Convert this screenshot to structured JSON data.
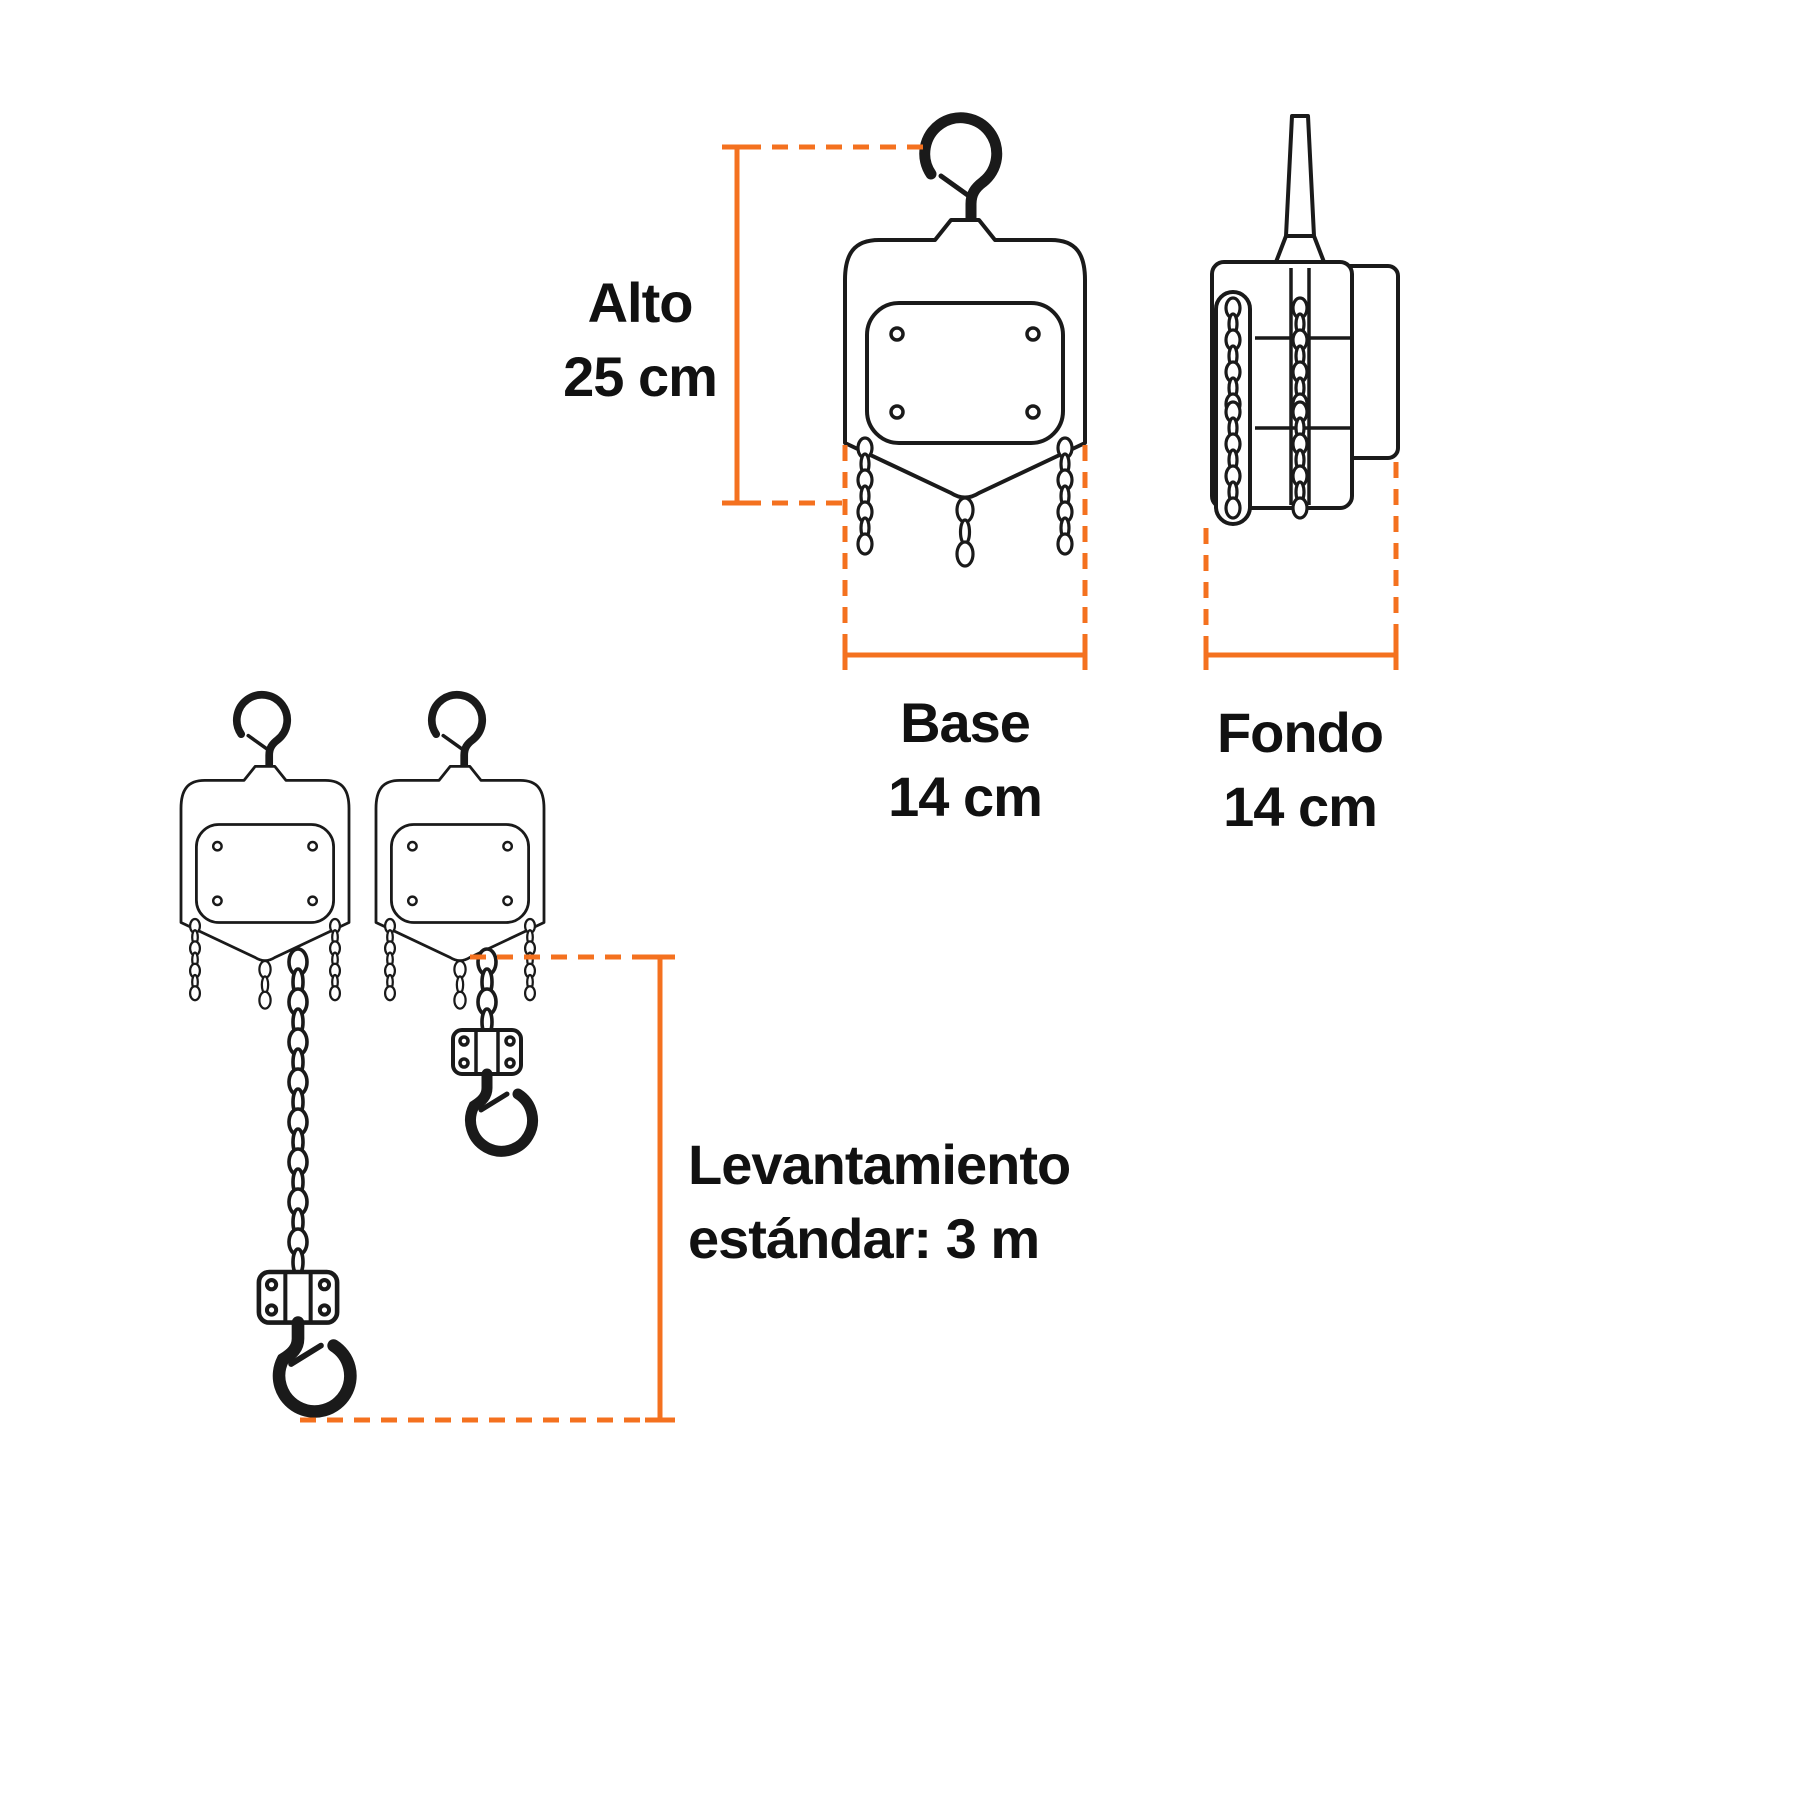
{
  "colors": {
    "dimension_line": "#F4711F",
    "line_art": "#1a1a1a",
    "text": "#111111",
    "background": "#ffffff"
  },
  "dimensions": {
    "alto": {
      "label": "Alto",
      "value": "25 cm"
    },
    "base": {
      "label": "Base",
      "value": "14 cm"
    },
    "fondo": {
      "label": "Fondo",
      "value": "14 cm"
    },
    "levantamiento": {
      "label": "Levantamiento",
      "value": "estándar: 3 m"
    }
  },
  "figures": {
    "front_view": "chain-hoist-front-view",
    "side_view": "chain-hoist-side-view",
    "variant_long": "chain-hoist-with-3m-lift-chain",
    "variant_short": "chain-hoist-with-short-lift-chain"
  }
}
